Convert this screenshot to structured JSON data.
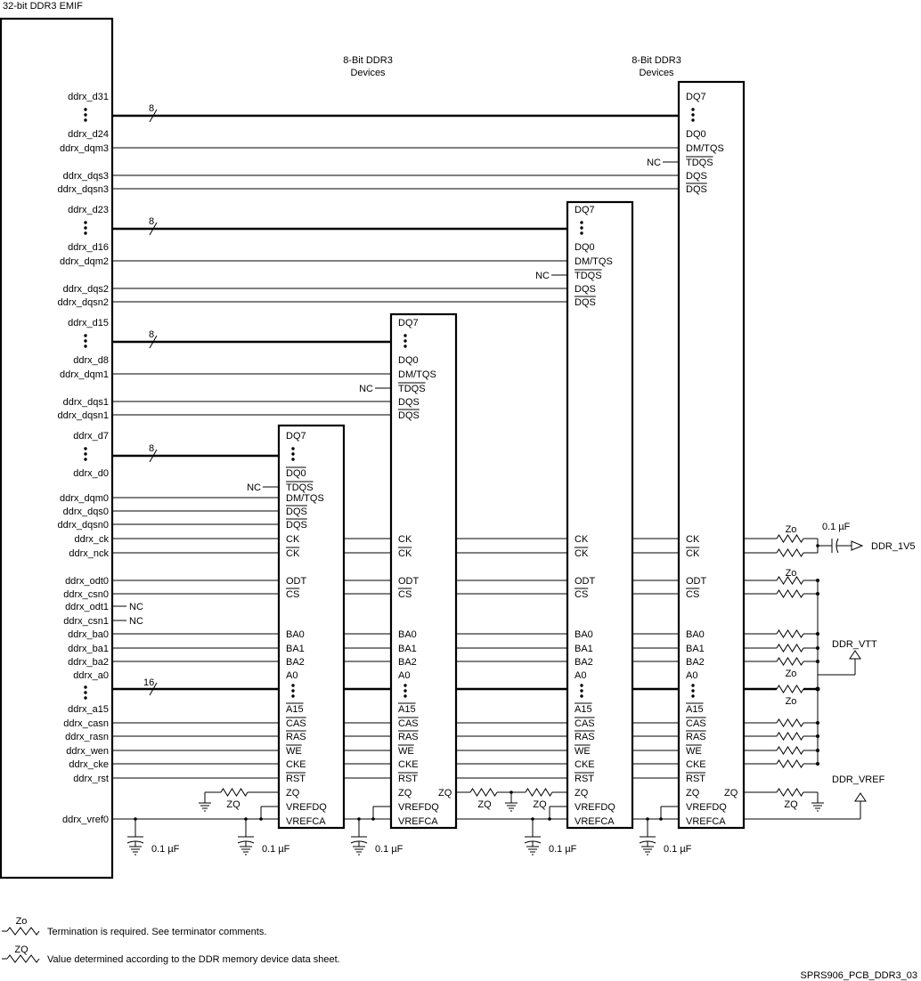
{
  "emif": {
    "title": "32-bit DDR3 EMIF",
    "signals": {
      "d31": "ddrx_d31",
      "d24": "ddrx_d24",
      "dqm3": "ddrx_dqm3",
      "dqs3": "ddrx_dqs3",
      "dqsn3": "ddrx_dqsn3",
      "d23": "ddrx_d23",
      "d16": "ddrx_d16",
      "dqm2": "ddrx_dqm2",
      "dqs2": "ddrx_dqs2",
      "dqsn2": "ddrx_dqsn2",
      "d15": "ddrx_d15",
      "d8": "ddrx_d8",
      "dqm1": "ddrx_dqm1",
      "dqs1": "ddrx_dqs1",
      "dqsn1": "ddrx_dqsn1",
      "d7": "ddrx_d7",
      "d0": "ddrx_d0",
      "dqm0": "ddrx_dqm0",
      "dqs0": "ddrx_dqs0",
      "dqsn0": "ddrx_dqsn0",
      "ck": "ddrx_ck",
      "nck": "ddrx_nck",
      "odt0": "ddrx_odt0",
      "csn0": "ddrx_csn0",
      "odt1": "ddrx_odt1",
      "csn1": "ddrx_csn1",
      "ba0": "ddrx_ba0",
      "ba1": "ddrx_ba1",
      "ba2": "ddrx_ba2",
      "a0": "ddrx_a0",
      "a15": "ddrx_a15",
      "casn": "ddrx_casn",
      "rasn": "ddrx_rasn",
      "wen": "ddrx_wen",
      "cke": "ddrx_cke",
      "rst": "ddrx_rst",
      "vref0": "ddrx_vref0"
    }
  },
  "devices_label_line1": "8-Bit DDR3",
  "devices_label_line2": "Devices",
  "bus_width_data": "8",
  "bus_width_addr": "16",
  "pins": {
    "dq7": "DQ7",
    "dq0": "DQ0",
    "dm_tqs": "DM/TQS",
    "tdqs": "TDQS",
    "dqs": "DQS",
    "dqs_n": "DQS",
    "ck": "CK",
    "ck_n": "CK",
    "odt": "ODT",
    "cs_n": "CS",
    "ba0": "BA0",
    "ba1": "BA1",
    "ba2": "BA2",
    "a0": "A0",
    "a15": "A15",
    "cas_n": "CAS",
    "ras_n": "RAS",
    "we_n": "WE",
    "cke": "CKE",
    "rst_n": "RST",
    "zq": "ZQ",
    "vrefdq": "VREFDQ",
    "vrefca": "VREFCA"
  },
  "nc": "NC",
  "nc_small": "NC",
  "zq_res": "ZQ",
  "zo_res": "Zo",
  "cap_value": "0.1 µF",
  "rails": {
    "ddr_1v5": "DDR_1V5",
    "ddr_vtt": "DDR_VTT",
    "ddr_vref": "DDR_VREF"
  },
  "legend": {
    "zo_symbol": "Zo",
    "zo_text": "Termination is required. See terminator comments.",
    "zq_symbol": "ZQ",
    "zq_text": "Value determined according to the DDR memory device data sheet."
  },
  "figure_id": "SPRS906_PCB_DDR3_03"
}
